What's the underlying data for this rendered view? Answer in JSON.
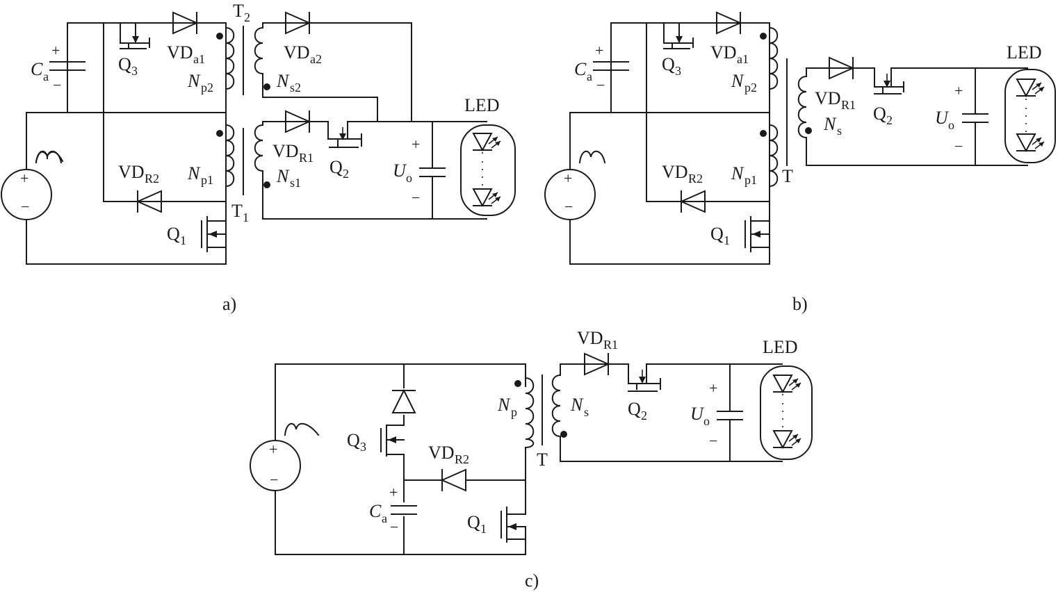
{
  "panels": [
    {
      "caption": "a)",
      "labels": {
        "Ca_main": "C",
        "Ca_sub": "a",
        "Q3_main": "Q",
        "Q3_sub": "3",
        "VDa1_main": "VD",
        "VDa1_sub": "a1",
        "T2_main": "T",
        "T2_sub": "2",
        "VDa2_main": "VD",
        "VDa2_sub": "a2",
        "Np2_main": "N",
        "Np2_sub": "p2",
        "Ns2_main": "N",
        "Ns2_sub": "s2",
        "VDR1_main": "VD",
        "VDR1_sub": "R1",
        "Q2_main": "Q",
        "Q2_sub": "2",
        "VDR2_main": "VD",
        "VDR2_sub": "R2",
        "Np1_main": "N",
        "Np1_sub": "p1",
        "Ns1_main": "N",
        "Ns1_sub": "s1",
        "T1_main": "T",
        "T1_sub": "1",
        "Q1_main": "Q",
        "Q1_sub": "1",
        "Uo_main": "U",
        "Uo_sub": "o",
        "LED": "LED"
      }
    },
    {
      "caption": "b)",
      "labels": {
        "Ca_main": "C",
        "Ca_sub": "a",
        "Q3_main": "Q",
        "Q3_sub": "3",
        "VDa1_main": "VD",
        "VDa1_sub": "a1",
        "Np2_main": "N",
        "Np2_sub": "p2",
        "VDR1_main": "VD",
        "VDR1_sub": "R1",
        "Ns_main": "N",
        "Ns_sub": "s",
        "Q2_main": "Q",
        "Q2_sub": "2",
        "VDR2_main": "VD",
        "VDR2_sub": "R2",
        "Np1_main": "N",
        "Np1_sub": "p1",
        "T": "T",
        "Q1_main": "Q",
        "Q1_sub": "1",
        "Uo_main": "U",
        "Uo_sub": "o",
        "LED": "LED"
      }
    },
    {
      "caption": "c)",
      "labels": {
        "VDR1_main": "VD",
        "VDR1_sub": "R1",
        "Np_main": "N",
        "Np_sub": "p",
        "Ns_main": "N",
        "Ns_sub": "s",
        "Q2_main": "Q",
        "Q2_sub": "2",
        "Q3_main": "Q",
        "Q3_sub": "3",
        "VDR2_main": "VD",
        "VDR2_sub": "R2",
        "Ca_main": "C",
        "Ca_sub": "a",
        "Q1_main": "Q",
        "Q1_sub": "1",
        "T": "T",
        "Uo_main": "U",
        "Uo_sub": "o",
        "LED": "LED"
      }
    }
  ],
  "symbols": {
    "plus": "+",
    "minus": "−"
  },
  "icons": [
    "ac-voltage-source-icon",
    "diode-icon",
    "capacitor-icon",
    "mosfet-icon",
    "transformer-winding-icon",
    "led-string-icon"
  ]
}
